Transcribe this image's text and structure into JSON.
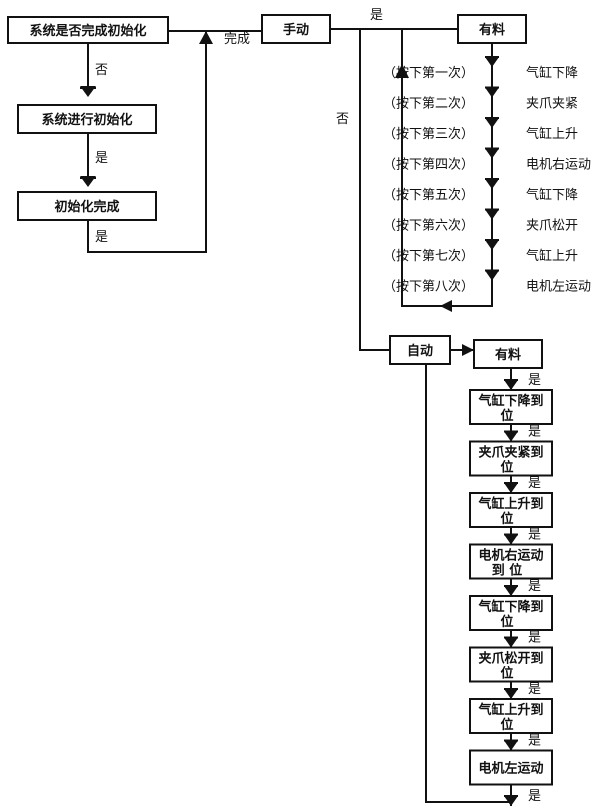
{
  "flow": {
    "init_check": "系统是否完成初始化",
    "initializing": "系统进行初始化",
    "init_done": "初始化完成",
    "done_label": "完成",
    "manual": "手动",
    "auto": "自动",
    "yes": "是",
    "no": "否",
    "manual_material": "有料",
    "auto_material": "有料"
  },
  "manual_steps": [
    {
      "press": "（按下第一次）",
      "action": "气缸下降"
    },
    {
      "press": "（按下第二次）",
      "action": "夹爪夹紧"
    },
    {
      "press": "（按下第三次）",
      "action": "气缸上升"
    },
    {
      "press": "（按下第四次）",
      "action": "电机右运动"
    },
    {
      "press": "（按下第五次）",
      "action": "气缸下降"
    },
    {
      "press": "（按下第六次）",
      "action": "夹爪松开"
    },
    {
      "press": "（按下第七次）",
      "action": "气缸上升"
    },
    {
      "press": "（按下第八次）",
      "action": "电机左运动"
    }
  ],
  "auto_steps": [
    {
      "line1": "气缸下降到",
      "line2": "位"
    },
    {
      "line1": "夹爪夹紧到",
      "line2": "位"
    },
    {
      "line1": "气缸上升到",
      "line2": "位"
    },
    {
      "line1": "电机右运动",
      "line2": "到 位"
    },
    {
      "line1": "气缸下降到",
      "line2": "位"
    },
    {
      "line1": "夹爪松开到",
      "line2": "位"
    },
    {
      "line1": "气缸上升到",
      "line2": "位"
    },
    {
      "line1": "电机左运动",
      "line2": ""
    }
  ]
}
